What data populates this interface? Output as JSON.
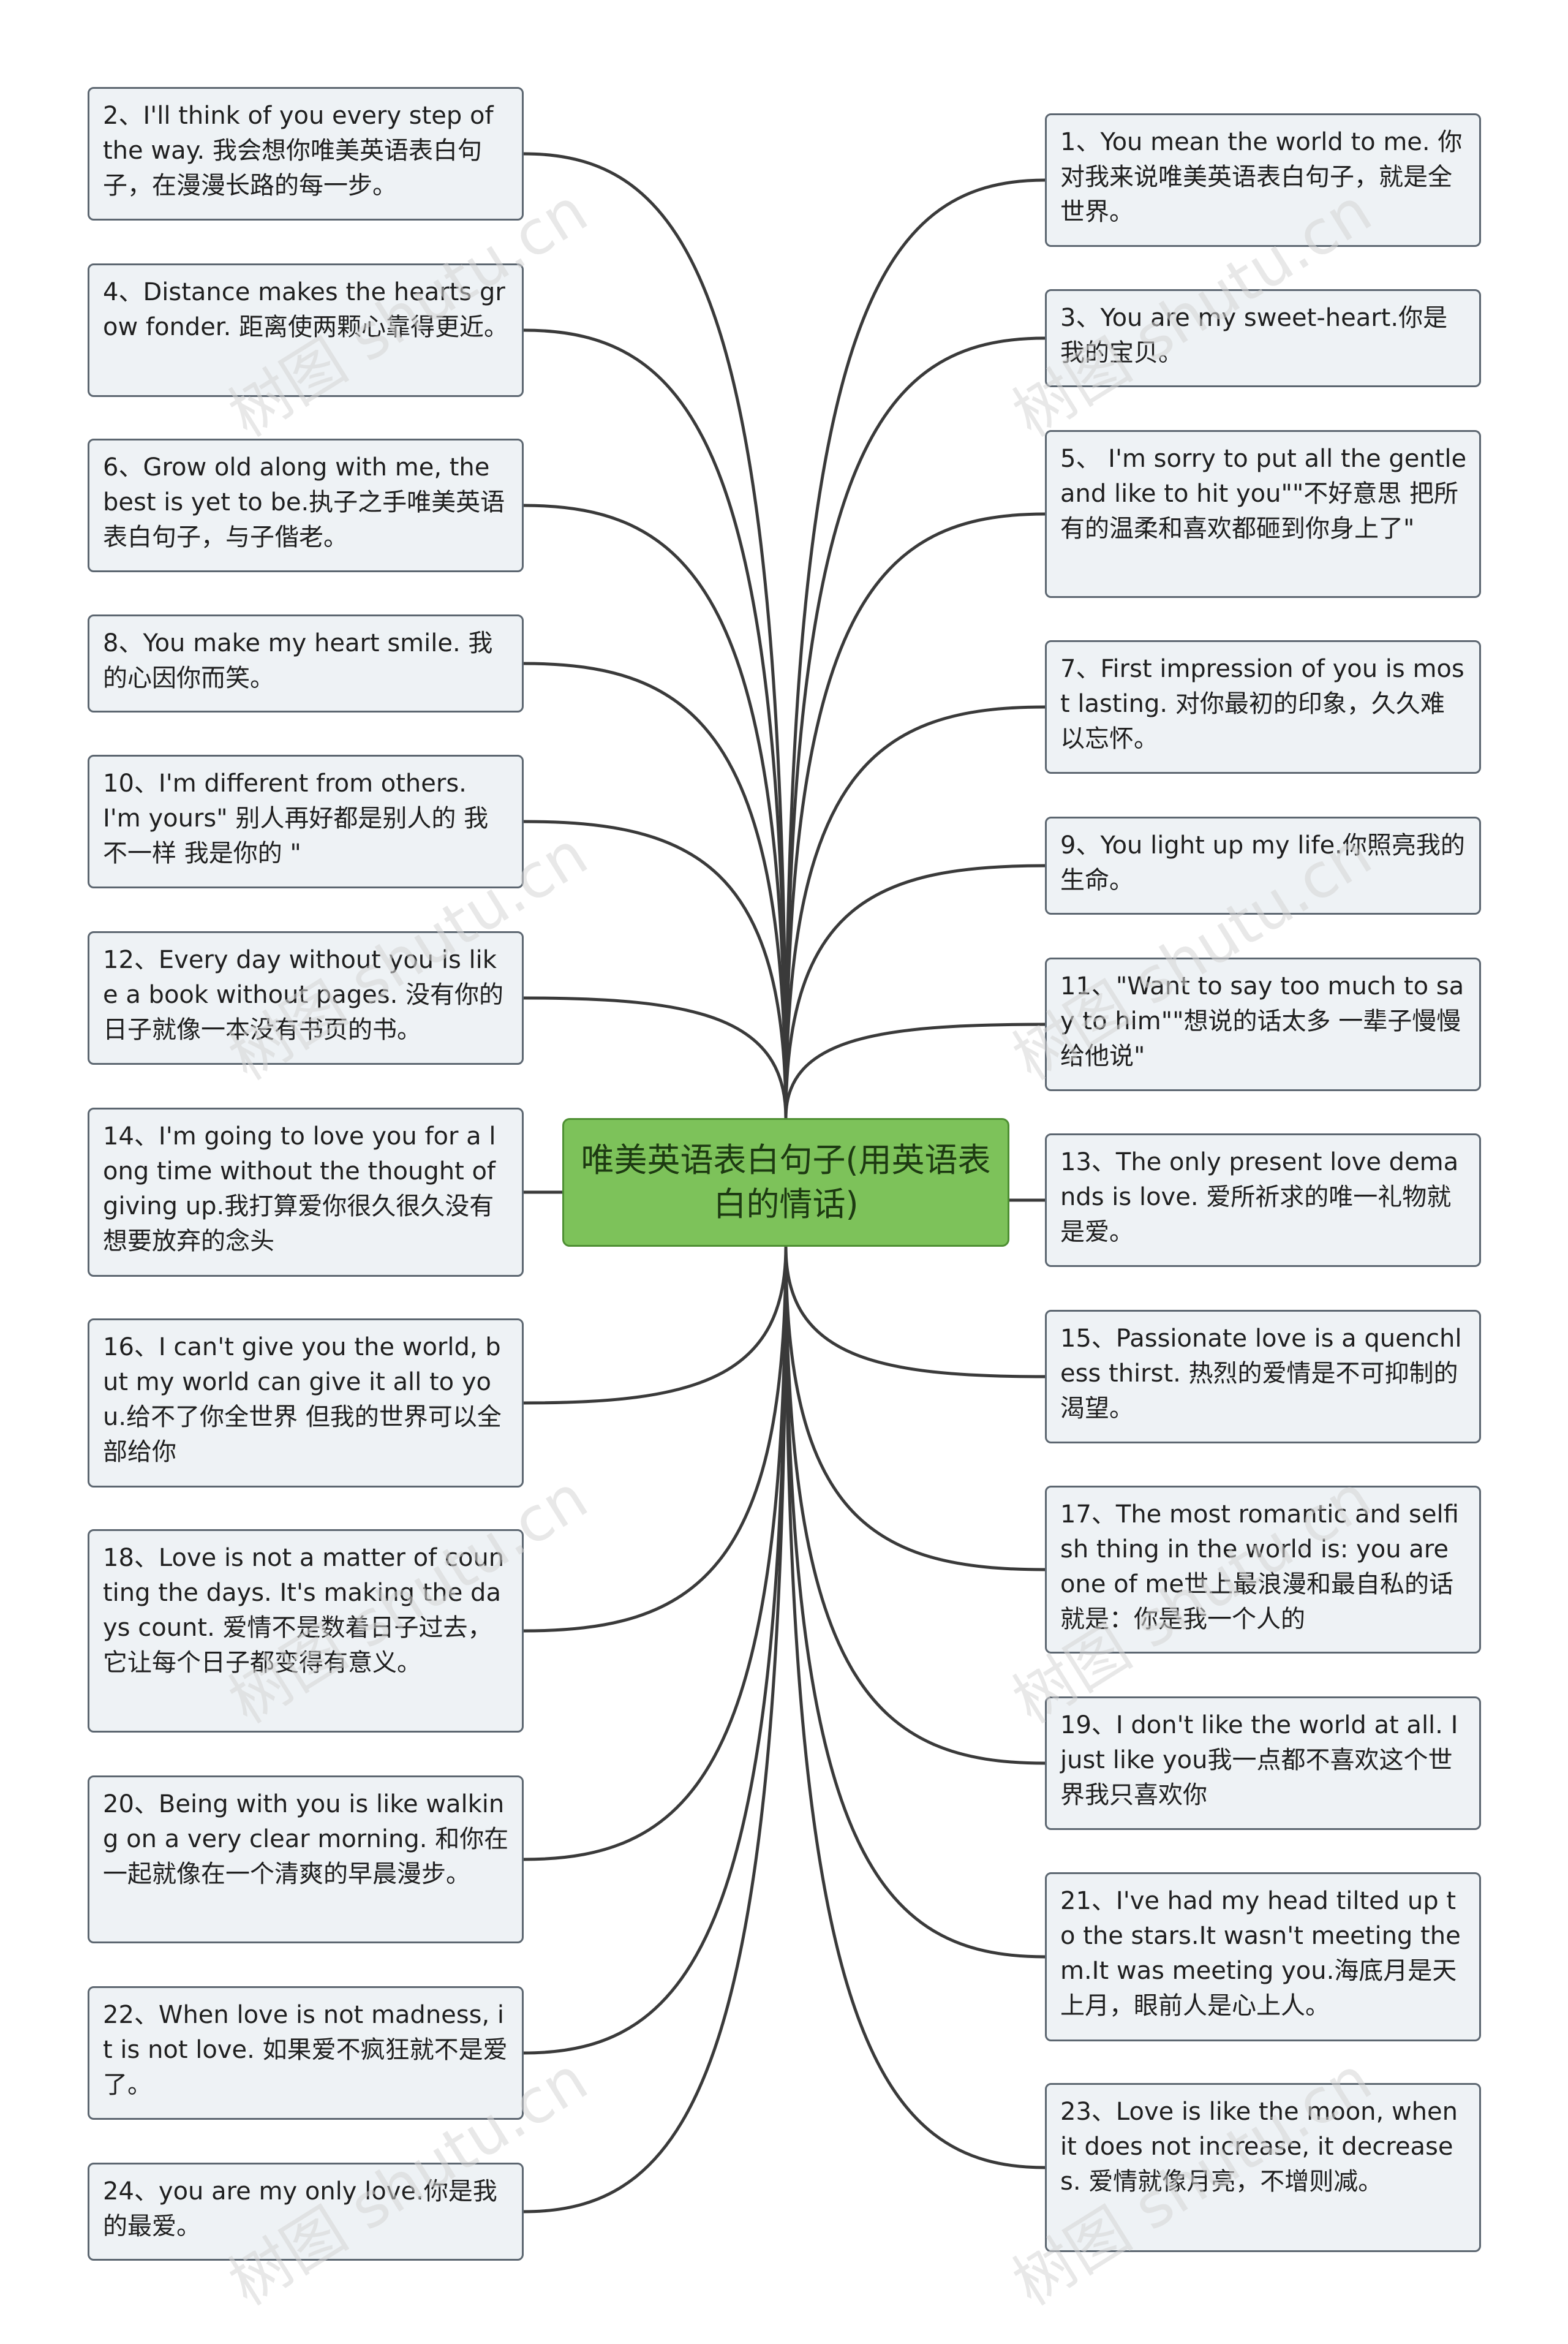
{
  "center": {
    "title": "唯美英语表白句子(用英语表白的情话)"
  },
  "left_nodes": [
    {
      "text": "2、I'll think of you every step of the way. 我会想你唯美英语表白句子，在漫漫长路的每一步。"
    },
    {
      "text": "4、Distance makes the hearts grow fonder. 距离使两颗心靠得更近。"
    },
    {
      "text": "6、Grow old along with me, the best is yet to be.执子之手唯美英语表白句子，与子偕老。"
    },
    {
      "text": "8、You make my heart smile. 我的心因你而笑。"
    },
    {
      "text": "10、I'm different from others. I'm yours\" 别人再好都是别人的 我不一样 我是你的 \""
    },
    {
      "text": "12、Every day without you is like a book without pages. 没有你的日子就像一本没有书页的书。"
    },
    {
      "text": "14、I'm going to love you for a long time without the thought of giving up.我打算爱你很久很久没有想要放弃的念头"
    },
    {
      "text": "16、I can't give you the world, but my world can give it all to you.给不了你全世界 但我的世界可以全部给你"
    },
    {
      "text": "18、Love is not a matter of counting the days. It's making the days count. 爱情不是数着日子过去，它让每个日子都变得有意义。"
    },
    {
      "text": "20、Being with you is like walking on a very clear morning. 和你在一起就像在一个清爽的早晨漫步。"
    },
    {
      "text": "22、When love is not madness, it is not love. 如果爱不疯狂就不是爱了。"
    },
    {
      "text": "24、you are my only love.你是我的最爱。"
    }
  ],
  "right_nodes": [
    {
      "text": "1、You mean the world to me. 你对我来说唯美英语表白句子，就是全世界。"
    },
    {
      "text": "3、You are my sweet-heart.你是我的宝贝。"
    },
    {
      "text": "5、 I'm sorry to put all the gentle and like to hit you\"\"不好意思 把所有的温柔和喜欢都砸到你身上了\""
    },
    {
      "text": "7、First impression of you is most lasting. 对你最初的印象，久久难以忘怀。"
    },
    {
      "text": "9、You light up my life.你照亮我的生命。"
    },
    {
      "text": "11、\"Want to say too much to say to him\"\"想说的话太多 一辈子慢慢给他说\""
    },
    {
      "text": "13、The only present love demands is love. 爱所祈求的唯一礼物就是爱。"
    },
    {
      "text": "15、Passionate love is a quenchless thirst. 热烈的爱情是不可抑制的渴望。"
    },
    {
      "text": "17、The most romantic and selfish thing in the world is: you are one of me世上最浪漫和最自私的话就是：你是我一个人的"
    },
    {
      "text": "19、I don't like the world at all. I just like you我一点都不喜欢这个世界我只喜欢你"
    },
    {
      "text": "21、I've had my head tilted up to the stars.It wasn't meeting them.It was meeting you.海底月是天上月，眼前人是心上人。"
    },
    {
      "text": "23、Love is like the moon, when it does not increase, it decreases. 爱情就像月亮，不增则减。"
    }
  ],
  "watermark": "树图 shutu.cn"
}
